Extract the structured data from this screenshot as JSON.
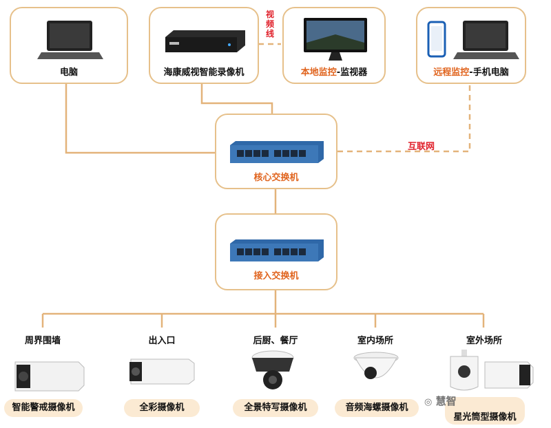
{
  "top": {
    "computer": "电脑",
    "nvr": "海康威视智能录像机",
    "video_cable": "视频线",
    "local_monitor_a": "本地监控",
    "local_monitor_b": "-监视器",
    "remote_monitor_a": "远程监控",
    "remote_monitor_b": "-手机电脑"
  },
  "internet": "互联网",
  "core_switch": "核心交换机",
  "access_switch": "接入交换机",
  "cameras": [
    {
      "location": "周界围墙",
      "type": "智能警戒摄像机"
    },
    {
      "location": "出入口",
      "type": "全彩摄像机"
    },
    {
      "location": "后厨、餐厅",
      "type": "全景特写摄像机"
    },
    {
      "location": "室内场所",
      "type": "音频海螺摄像机"
    },
    {
      "location": "室外场所",
      "type_line1": "星光筒型摄像机"
    }
  ],
  "watermark": "慧智",
  "colors": {
    "line": "#e3b37a",
    "accent": "#e0641e",
    "pill": "#fbead3"
  }
}
